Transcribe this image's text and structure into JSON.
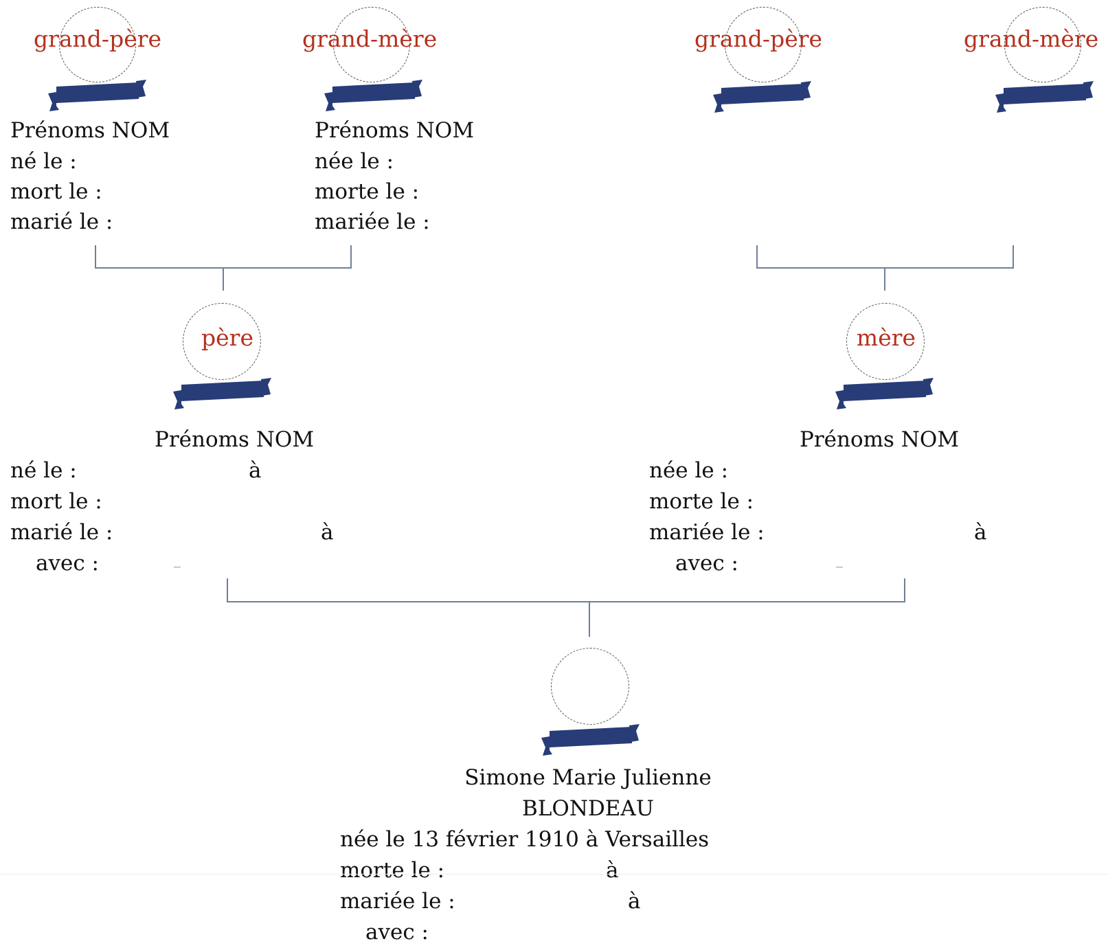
{
  "colors": {
    "role_label": "#b5311f",
    "banner": "#283c78",
    "connector": "#6f7f98",
    "text": "#111111"
  },
  "grandparents_paternal": {
    "grandfather": {
      "role": "grand-père",
      "name": "Prénoms NOM",
      "born": "né le  :",
      "died": "mort le :",
      "married": "marié le :"
    },
    "grandmother": {
      "role": "grand-mère",
      "name": "Prénoms NOM",
      "born": "née le  :",
      "died": "morte le :",
      "married": "mariée le :"
    }
  },
  "grandparents_maternal": {
    "grandfather": {
      "role": "grand-père"
    },
    "grandmother": {
      "role": "grand-mère"
    }
  },
  "father": {
    "role": "père",
    "name": "Prénoms NOM",
    "born": "né le :",
    "born_place": "à",
    "died": "mort le :",
    "married": "marié le :",
    "married_place": "à",
    "spouse": "avec :"
  },
  "mother": {
    "role": "mère",
    "name": "Prénoms NOM",
    "born": "née le :",
    "died": "morte le :",
    "married": "mariée le :",
    "married_place": "à",
    "spouse": "avec :"
  },
  "subject": {
    "name_line1": "Simone Marie Julienne",
    "name_line2": "BLONDEAU",
    "born": "née le 13 février 1910 à Versailles",
    "died": "morte le :",
    "died_place": "à",
    "married": "mariée le :",
    "married_place": "à",
    "spouse": "avec :"
  }
}
